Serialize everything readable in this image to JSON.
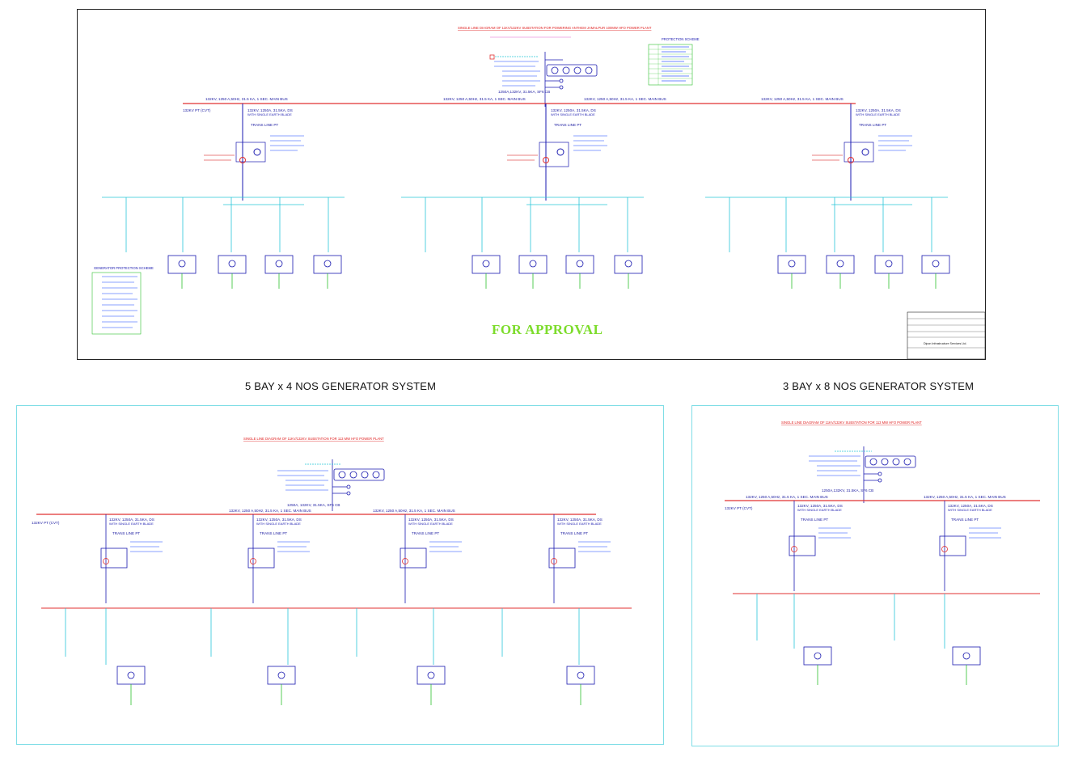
{
  "captions": {
    "left_system": "5 BAY x 4 NOS GENERATOR SYSTEM",
    "right_system": "3 BAY x 8 NOS GENERATOR SYSTEM"
  },
  "top_sheet": {
    "title": "SINGLE LINE DIAGRAM OF 11KV/132KV SUBSTATION FOR POWERING ANTHEM JAMALPUR 100MW HFO POWER PLANT",
    "stamp": "FOR APPROVAL",
    "protection_scheme": "PROTECTION SCHEME",
    "generator_protection_scheme": "GENERATOR PROTECTION SCHEME",
    "bus_labels": [
      "132KV, 1250 A,50Hz, 31.5 KA, 1 SEC. MAIN BUS",
      "132KV, 1250 A,50Hz, 31.5 KA, 1 SEC. MAIN BUS",
      "132KV, 1250 A,50Hz, 31.5 KA, 1 SEC. MAIN BUS",
      "132KV, 1250 A,50Hz, 31.5 KA, 1 SEC. MAIN BUS"
    ],
    "sf6_cb": "1250A,132KV, 31.5KA, SF6 CB",
    "ds_label": "132KV, 1250A, 31.5KA, DS",
    "ds_sub": "WITH SINGLE EARTH BLADE",
    "trans_line_pt": "TRANS LINE PT",
    "ptc_label": "132KV PT (CVT)",
    "company": "Dipon Infrastructure Services Ltd."
  },
  "left_sheet": {
    "title": "SINGLE LINE DIAGRAM OF 11KV/132KV SUBSTATION FOR 113 MW HFO POWER PLANT",
    "bus_labels": [
      "132KV, 1250 A,50Hz, 31.5 KA, 1 SEC. MAIN BUS",
      "132KV, 1250 A,50Hz, 31.5 KA, 1 SEC. MAIN BUS"
    ],
    "sf6_cb": "1250A, 132KV, 31.5KA, SF6 CB",
    "ds_label": "132KV, 1250A, 31.5KA, DS",
    "ds_sub": "WITH SINGLE EARTH BLADE",
    "trans_line_pt": "TRANS LINE PT",
    "ptc_label": "132KV PT (CVT)"
  },
  "right_sheet": {
    "title": "SINGLE LINE DIAGRAM OF 11KV/132KV SUBSTATION FOR 113 MW HFO POWER PLANT",
    "bus_labels": [
      "132KV, 1250 A,50Hz, 31.5 KA, 1 SEC. MAIN BUS",
      "132KV, 1250 A,50Hz, 31.5 KA, 1 SEC. MAIN BUS"
    ],
    "sf6_cb": "1250A,132KV, 31.5KA, SF6 CB",
    "ds_label": "132KV, 1250A, 31.5KA, DS",
    "ds_sub": "WITH SINGLE EARTH BLADE",
    "trans_line_pt": "TRANS LINE PT",
    "ptc_label": "132KV PT (CVT)"
  },
  "colors": {
    "bus_red": "#e03030",
    "wire_blue": "#1a1ab0",
    "wire_cyan": "#29c6d9",
    "earth_green": "#2ec22e",
    "note_pink": "#e060d0",
    "approval_green": "#7ddc2c",
    "frame_cyan": "#7fdde6"
  }
}
